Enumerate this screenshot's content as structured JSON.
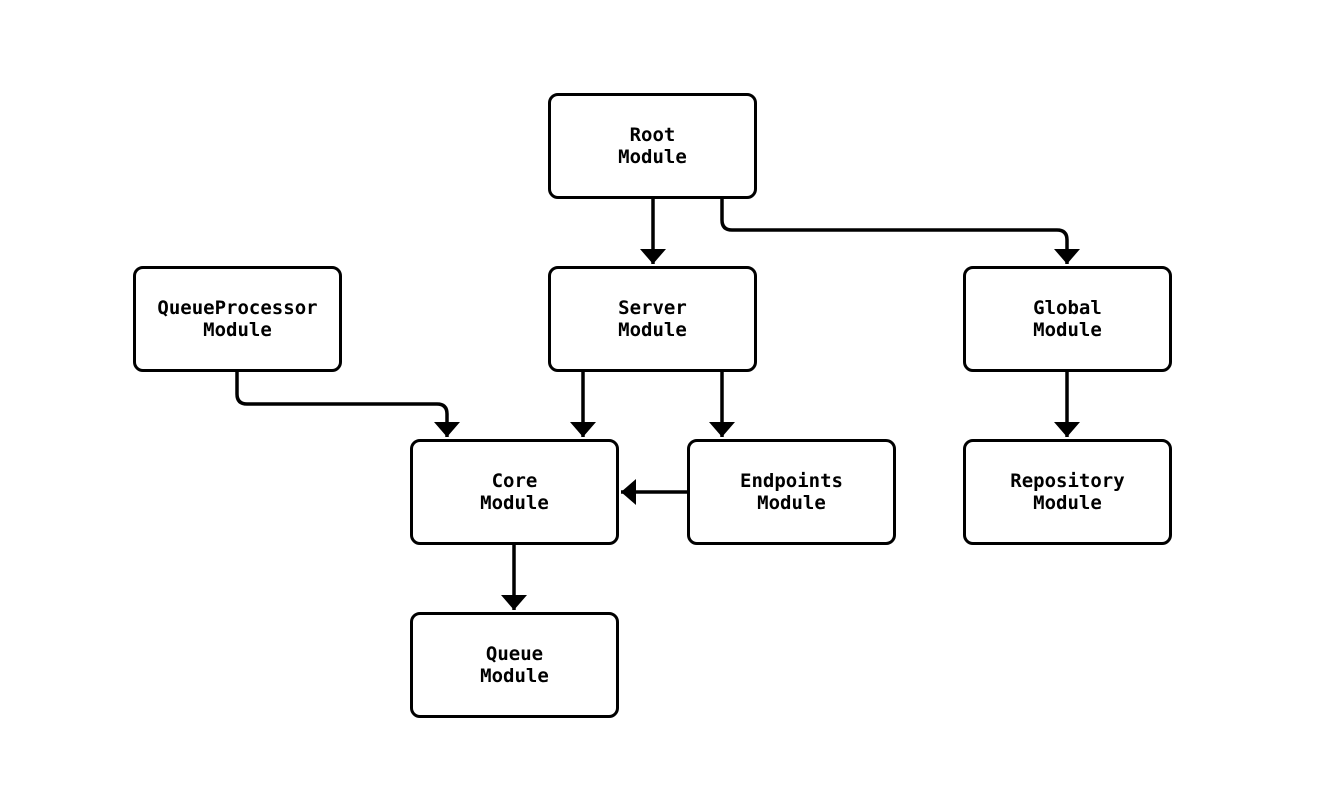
{
  "diagram": {
    "type": "module-dependency-flowchart",
    "colors": {
      "background": "#ffffff",
      "node_fill": "#ffffff",
      "node_border": "#000000",
      "edge": "#000000",
      "text": "#000000"
    },
    "nodes": {
      "root": {
        "label": "Root\nModule"
      },
      "queueproc": {
        "label": "QueueProcessor\nModule"
      },
      "server": {
        "label": "Server\nModule"
      },
      "global": {
        "label": "Global\nModule"
      },
      "core": {
        "label": "Core\nModule"
      },
      "endpoints": {
        "label": "Endpoints\nModule"
      },
      "repository": {
        "label": "Repository\nModule"
      },
      "queue": {
        "label": "Queue\nModule"
      }
    },
    "edges": [
      {
        "from": "Root Module",
        "to": "Server Module"
      },
      {
        "from": "Root Module",
        "to": "Global Module"
      },
      {
        "from": "QueueProcessor Module",
        "to": "Core Module"
      },
      {
        "from": "Server Module",
        "to": "Core Module"
      },
      {
        "from": "Server Module",
        "to": "Endpoints Module"
      },
      {
        "from": "Endpoints Module",
        "to": "Core Module"
      },
      {
        "from": "Global Module",
        "to": "Repository Module"
      },
      {
        "from": "Core Module",
        "to": "Queue Module"
      }
    ]
  }
}
